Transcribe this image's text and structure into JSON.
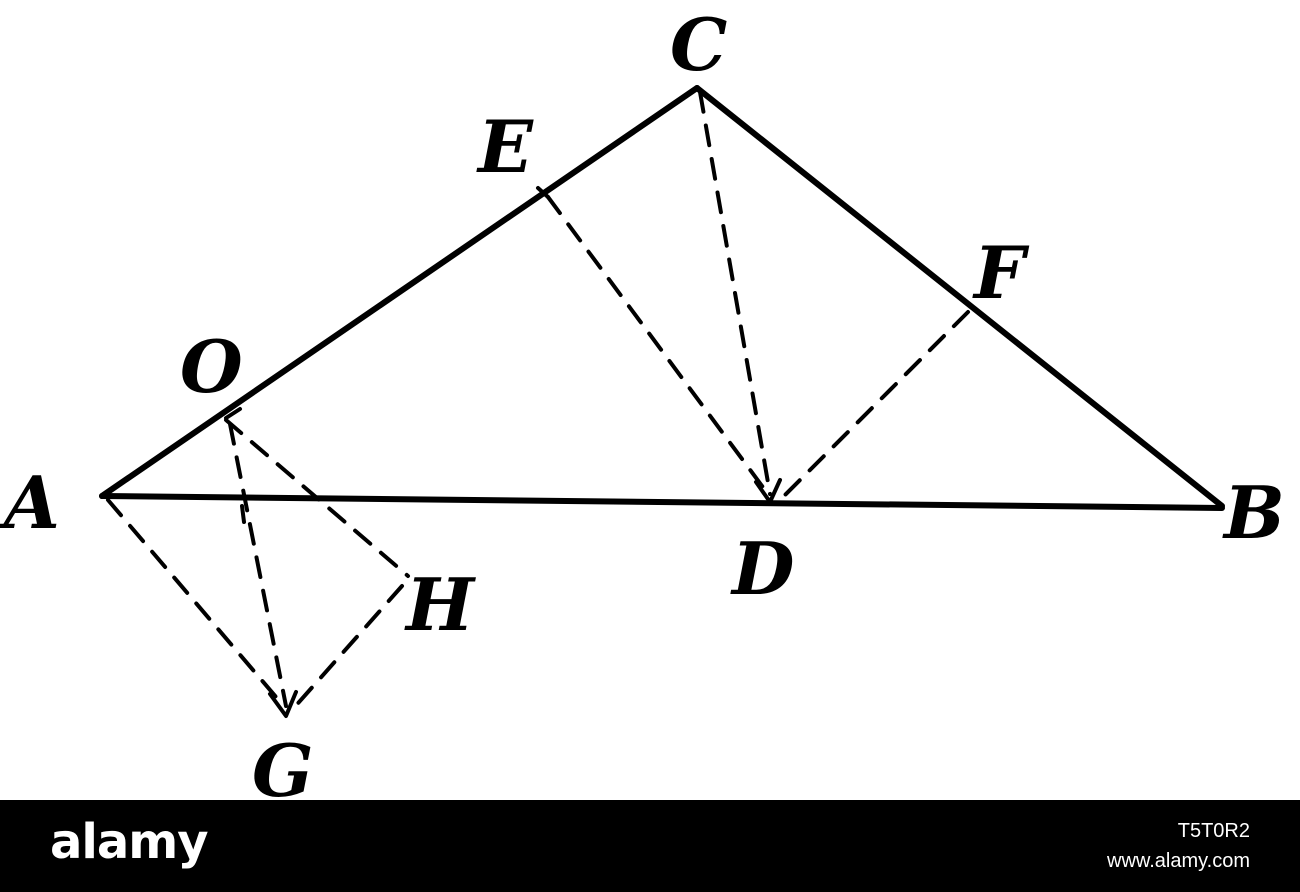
{
  "diagram": {
    "labels": {
      "A": "A",
      "B": "B",
      "C": "C",
      "D": "D",
      "E": "E",
      "F": "F",
      "G": "G",
      "H": "H",
      "O": "O"
    }
  },
  "watermark": {
    "brand": "alamy",
    "image_id": "T5T0R2",
    "url": "www.alamy.com"
  }
}
